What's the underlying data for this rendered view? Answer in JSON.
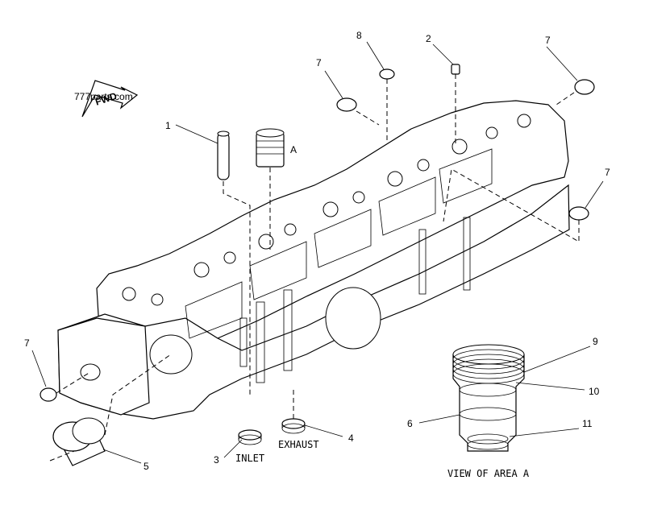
{
  "watermark": "777parts.com",
  "fwd_arrow": "FWD",
  "area_marker": "A",
  "callouts": {
    "c1": "1",
    "c2": "2",
    "c3": "3",
    "c4": "4",
    "c5": "5",
    "c6": "6",
    "c7a": "7",
    "c7b": "7",
    "c7c": "7",
    "c7d": "7",
    "c8": "8",
    "c9": "9",
    "c10": "10",
    "c11": "11"
  },
  "labels": {
    "inlet": "INLET",
    "exhaust": "EXHAUST",
    "view_area": "VIEW OF AREA A"
  }
}
